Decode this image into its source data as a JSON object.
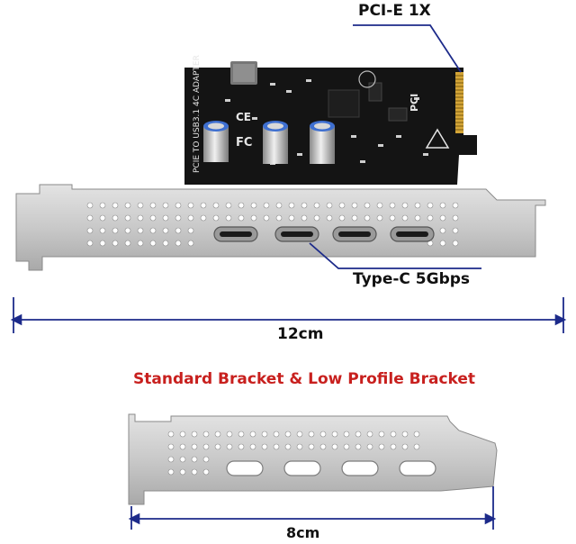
{
  "labels": {
    "pcie": "PCI-E 1X",
    "typec": "Type-C 5Gbps",
    "length_standard": "12cm",
    "bracket_title": "Standard Bracket & Low Profile Bracket",
    "length_low_profile": "8cm"
  },
  "pcb_print": "PCIE TO USB3.1 4C ADAPTER",
  "colors": {
    "title": "#c8201e",
    "dimension_line": "#1c2a8a",
    "pcb": "#141414",
    "gold_contacts": "#d4a537",
    "bracket": "#c9c9c9"
  }
}
